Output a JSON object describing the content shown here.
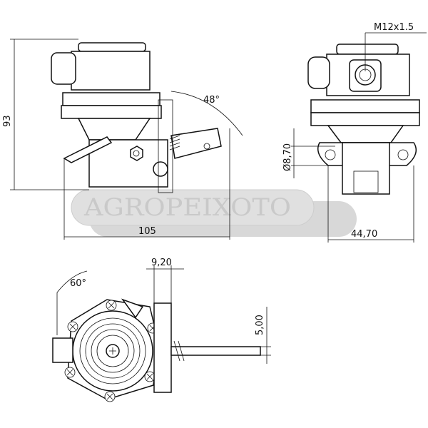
{
  "dimensions": {
    "height": "93",
    "width": "105",
    "angle_side": "48°",
    "thread": "M12x1.5",
    "diameter": "Ø8,70",
    "depth": "44,70",
    "angle_bottom": "60°",
    "offset": "9,20",
    "lever_width": "5,00"
  },
  "watermark": "AGROPEIXOTO"
}
